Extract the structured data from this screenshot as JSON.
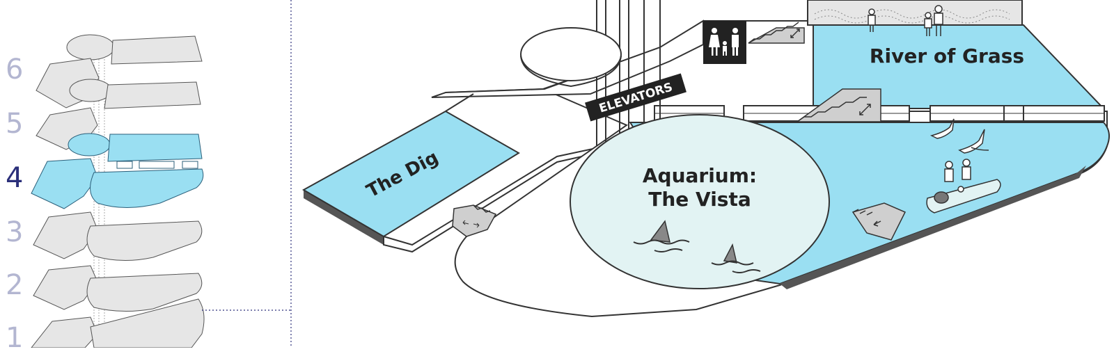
{
  "floor_selector": {
    "floors": [
      "6",
      "5",
      "4",
      "3",
      "2",
      "1"
    ],
    "active_floor": "4"
  },
  "map": {
    "labels": {
      "dig": "The Dig",
      "elevators": "ELEVATORS",
      "aquarium_line1": "Aquarium:",
      "aquarium_line2": "The Vista",
      "river": "River of Grass"
    },
    "icons": [
      "restroom-family-icon",
      "escalator-icon",
      "stairs-icon",
      "shark-fin-icon",
      "heron-icon",
      "people-icon",
      "boat-icon"
    ]
  },
  "colors": {
    "water_blue": "#9adff2",
    "aquarium_fill": "#e2f3f3",
    "floor_gray": "#e6e6e6",
    "outline": "#333333",
    "active_floor": "#2b2f7a",
    "inactive_floor": "#b3b6d1",
    "leader_line": "#2b2f7a"
  }
}
